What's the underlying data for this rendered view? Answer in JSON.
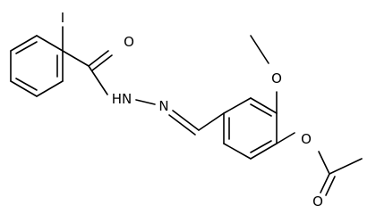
{
  "molecule": {
    "atom_labels": {
      "iodine": "I",
      "carbonyl_oxygen": "O",
      "hydrazide_nh": "HN",
      "hydrazone_n": "N",
      "methoxy_oxygen": "O",
      "ester_oxygen": "O",
      "acetyl_carbonyl_oxygen": "O"
    }
  }
}
